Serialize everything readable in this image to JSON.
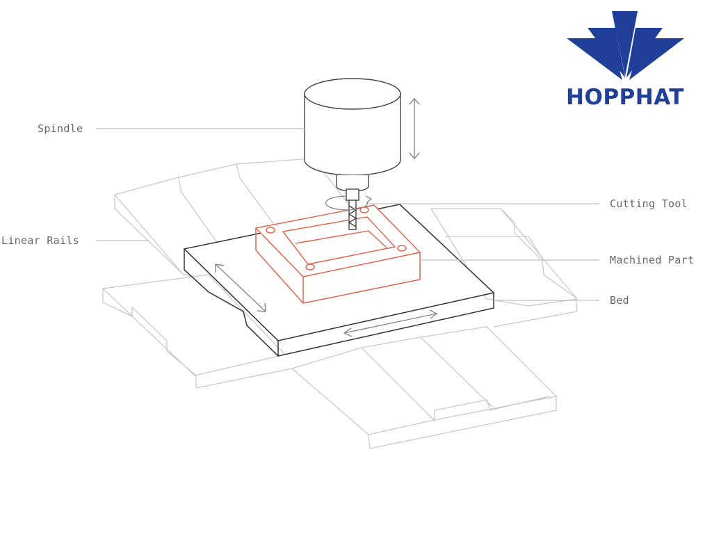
{
  "brand": {
    "name": "HOPPHAT",
    "color": "#1f3f99"
  },
  "colors": {
    "rails": "#c9c9c9",
    "bed": "#3a3a3a",
    "part": "#e0664f",
    "spindle": "#444444",
    "arrow": "#888888",
    "label": "#666666",
    "leader": "#bfbfbf"
  },
  "labels": {
    "spindle": "Spindle",
    "cutting_tool": "Cutting Tool",
    "linear_rails": "Linear Rails",
    "machined_part": "Machined Part",
    "bed": "Bed"
  },
  "icons": {
    "logo": "hopphat-logo-icon",
    "travel_arrows": "double-arrow-icon",
    "rotation": "rotation-arrow-icon"
  }
}
